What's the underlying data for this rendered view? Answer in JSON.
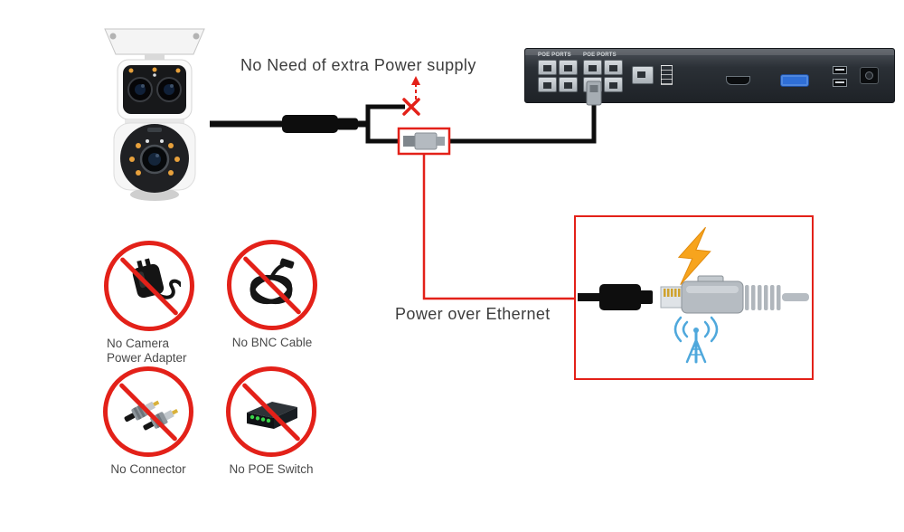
{
  "page": {
    "background": "#ffffff"
  },
  "colors": {
    "prohibition_red": "#e32119",
    "cable_black": "#0d0d0d",
    "bolt_orange": "#f7a41d",
    "wifi_blue": "#4fa8dc",
    "nvr_body": "#2b3036",
    "vga_blue": "#2f6fd6"
  },
  "captions": {
    "no_power_supply": "No Need of extra Power supply",
    "power_over_ethernet": "Power over Ethernet"
  },
  "nvr": {
    "port_labels": [
      "POE PORTS",
      "POE PORTS"
    ]
  },
  "prohibited_items": [
    {
      "label": "No Camera Power Adapter",
      "icon": "power-adapter-icon"
    },
    {
      "label": "No BNC Cable",
      "icon": "bnc-cable-icon"
    },
    {
      "label": "No Connector",
      "icon": "bnc-connector-icon"
    },
    {
      "label": "No POE Switch",
      "icon": "poe-switch-icon"
    }
  ],
  "icons": {
    "x_marker": "x-marker-icon",
    "lightning": "lightning-bolt-icon",
    "wifi": "wifi-antenna-icon"
  }
}
